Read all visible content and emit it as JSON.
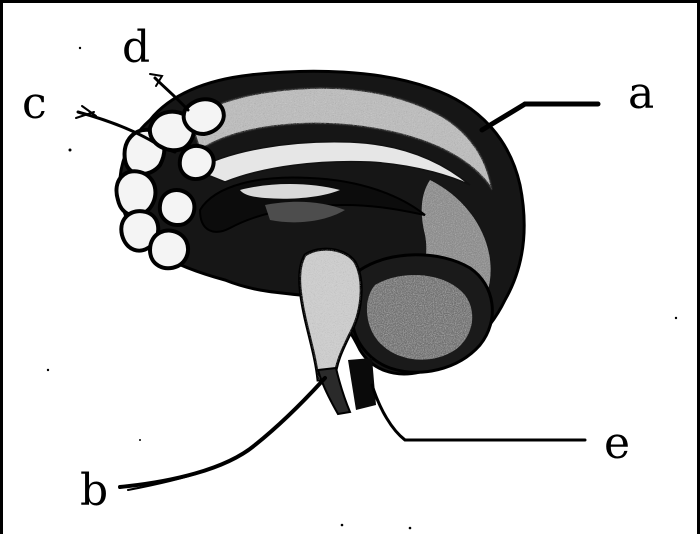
{
  "diagram": {
    "subject": "brain-sagittal-section",
    "labels": {
      "a": "a",
      "b": "b",
      "c": "c",
      "d": "d",
      "e": "e"
    },
    "colors": {
      "ink": "#000000",
      "paper": "#ffffff",
      "tissue_light": "#e6e6e6",
      "tissue_mid": "#9a9a9a",
      "tissue_dark": "#1a1a1a"
    }
  }
}
